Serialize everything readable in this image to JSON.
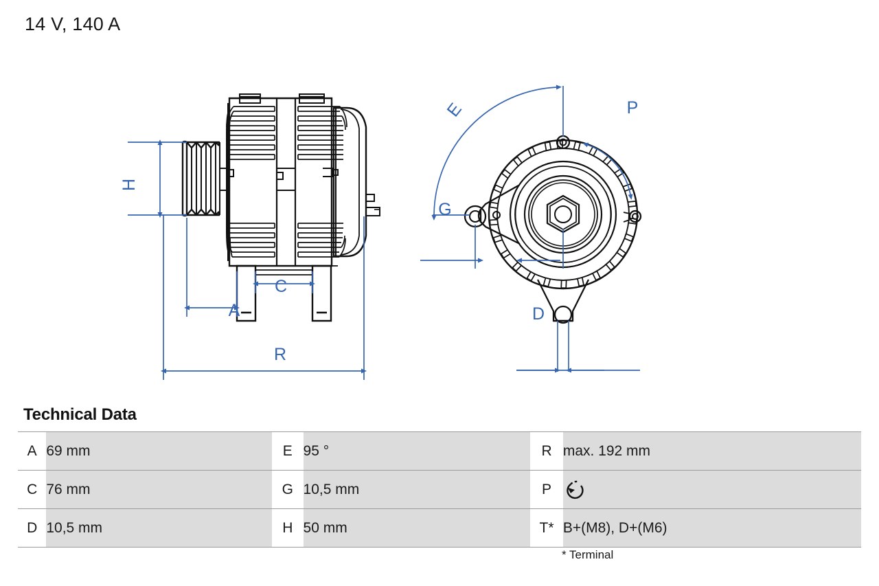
{
  "header": {
    "spec_title": "14 V, 140 A"
  },
  "drawing": {
    "side_view": {
      "dimension_labels": [
        {
          "id": "H",
          "label": "H",
          "orientation": "vertical"
        },
        {
          "id": "A",
          "label": "A",
          "orientation": "horizontal"
        },
        {
          "id": "C",
          "label": "C",
          "orientation": "horizontal"
        },
        {
          "id": "R",
          "label": "R",
          "orientation": "horizontal"
        }
      ]
    },
    "front_view": {
      "dimension_labels": [
        {
          "id": "E",
          "label": "E",
          "orientation": "rotated"
        },
        {
          "id": "G",
          "label": "G",
          "orientation": "horizontal"
        },
        {
          "id": "D",
          "label": "D",
          "orientation": "horizontal"
        },
        {
          "id": "P",
          "label": "P",
          "orientation": "horizontal"
        }
      ]
    },
    "colors": {
      "dimension_blue": "#3766b0",
      "outline_black": "#111111"
    }
  },
  "tech": {
    "heading": "Technical Data",
    "footnote": "* Terminal",
    "rows": [
      {
        "k1": "A",
        "v1": "69 mm",
        "k2": "E",
        "v2": "95 °",
        "k3": "R",
        "v3": "max. 192 mm"
      },
      {
        "k1": "C",
        "v1": "76 mm",
        "k2": "G",
        "v2": "10,5 mm",
        "k3": "P",
        "v3": ""
      },
      {
        "k1": "D",
        "v1": "10,5 mm",
        "k2": "H",
        "v2": "50 mm",
        "k3": "T*",
        "v3": "B+(M8), D+(M6)"
      }
    ],
    "p_icon_name": "rotation-counterclockwise-icon"
  }
}
